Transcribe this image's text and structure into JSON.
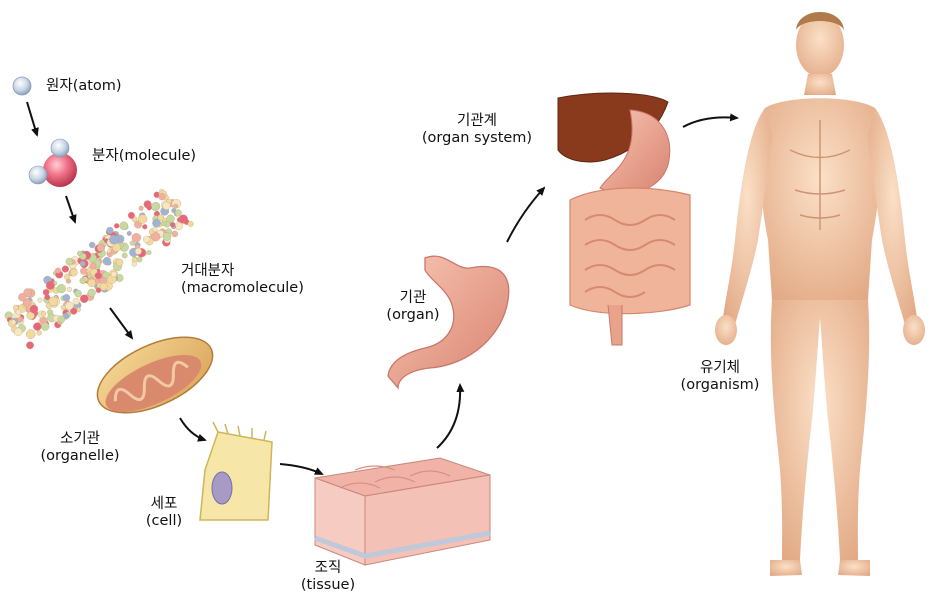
{
  "stages": [
    {
      "id": "atom",
      "ko": "원자",
      "en": "(atom)"
    },
    {
      "id": "molecule",
      "ko": "분자",
      "en": "(molecule)"
    },
    {
      "id": "macromolecule",
      "ko": "거대분자",
      "en": "(macromolecule)"
    },
    {
      "id": "organelle",
      "ko": "소기관",
      "en": "(organelle)"
    },
    {
      "id": "cell",
      "ko": "세포",
      "en": "(cell)"
    },
    {
      "id": "tissue",
      "ko": "조직",
      "en": "(tissue)"
    },
    {
      "id": "organ",
      "ko": "기관",
      "en": "(organ)"
    },
    {
      "id": "organ_system",
      "ko": "기관계",
      "en": "(organ system)"
    },
    {
      "id": "organism",
      "ko": "유기체",
      "en": "(organism)"
    }
  ],
  "colors": {
    "skin": "#f3c8a4",
    "skin_shade": "#dba07c",
    "organ_pink": "#e9a08c",
    "liver": "#8a3a1c",
    "arrow": "#111111"
  }
}
